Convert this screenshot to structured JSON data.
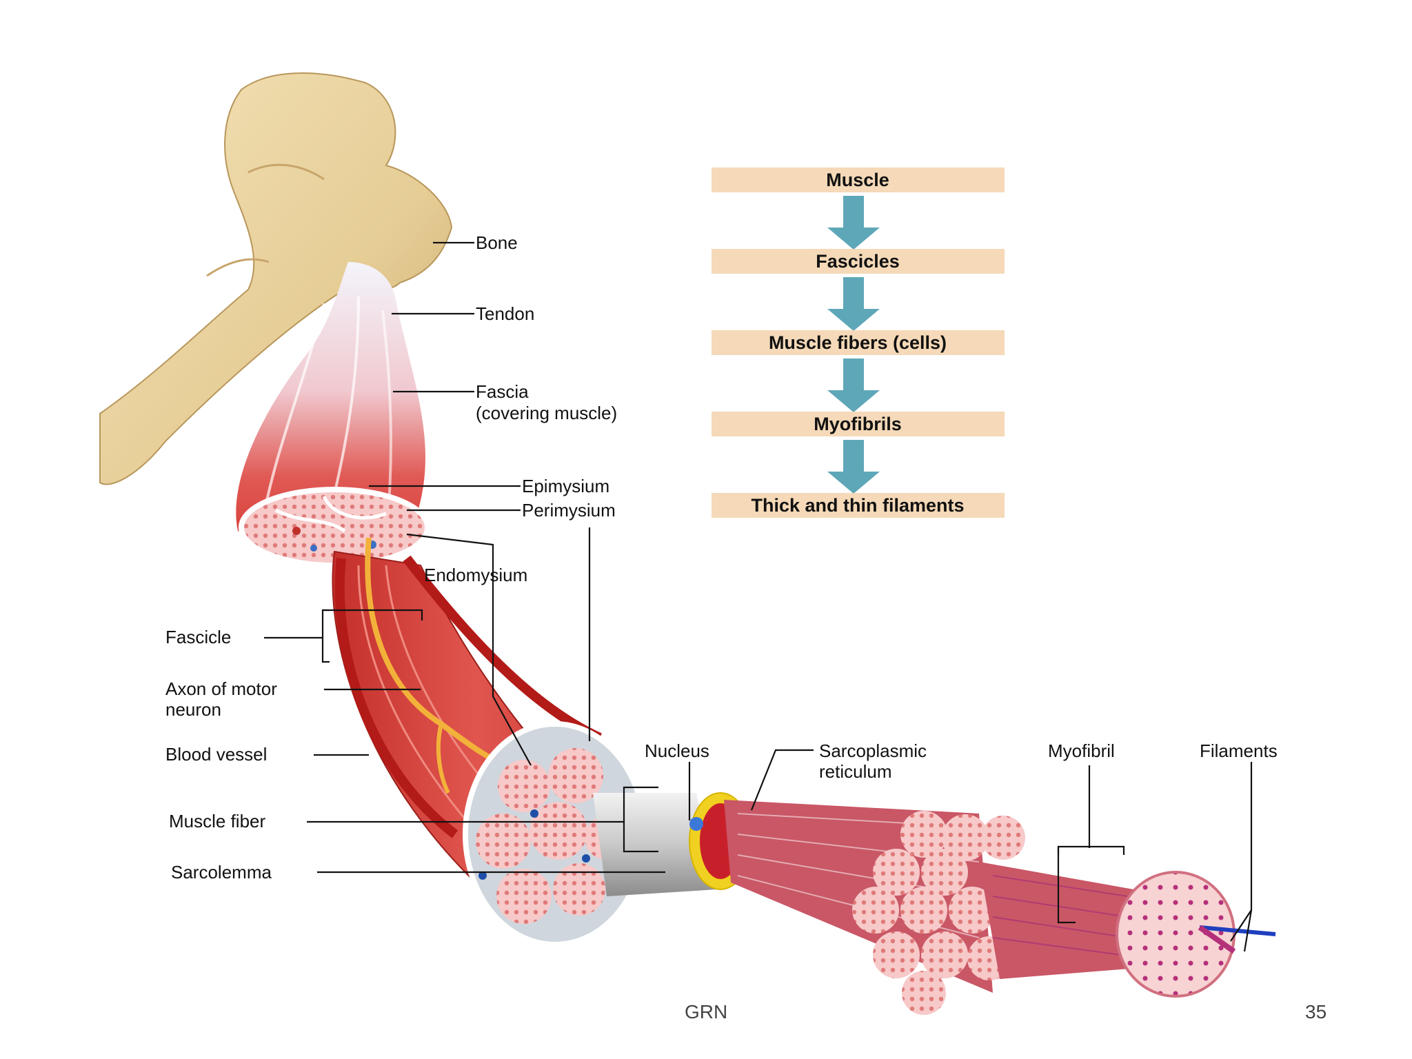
{
  "labels": {
    "bone": "Bone",
    "tendon": "Tendon",
    "fascia_line1": "Fascia",
    "fascia_line2": "(covering muscle)",
    "epimysium": "Epimysium",
    "perimysium": "Perimysium",
    "endomysium": "Endomysium",
    "fascicle": "Fascicle",
    "axon_line1": "Axon of motor",
    "axon_line2": "neuron",
    "blood_vessel": "Blood vessel",
    "muscle_fiber": "Muscle fiber",
    "sarcolemma": "Sarcolemma",
    "nucleus": "Nucleus",
    "sr_line1": "Sarcoplasmic",
    "sr_line2": "reticulum",
    "myofibril": "Myofibril",
    "filaments": "Filaments"
  },
  "hierarchy": {
    "levels": [
      "Muscle",
      "Fascicles",
      "Muscle fibers (cells)",
      "Myofibrils",
      "Thick and thin filaments"
    ]
  },
  "footer": {
    "center_text": "GRN",
    "page_number": "35"
  },
  "colors": {
    "bone": "#e8d2a0",
    "muscle": "#d8473f",
    "flow_box": "#f5d9b8",
    "flow_arrow": "#5ea7b8",
    "nerve": "#f2b23a",
    "sr_yellow": "#f0d020"
  }
}
